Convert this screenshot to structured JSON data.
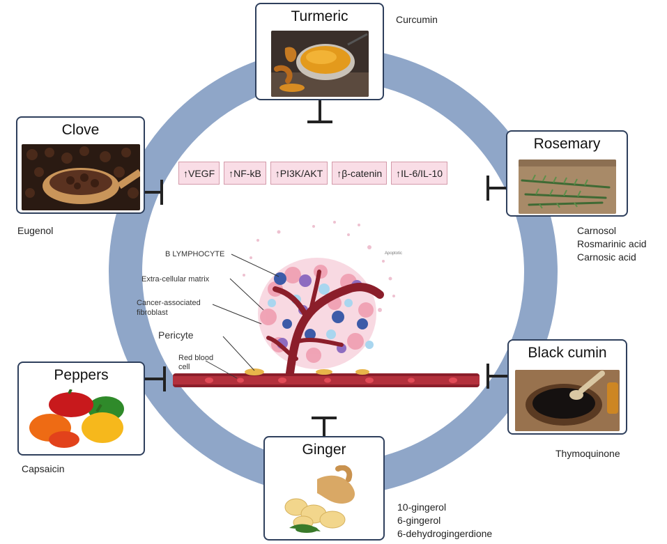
{
  "spices": {
    "turmeric": {
      "name": "Turmeric",
      "compounds": [
        "Curcumin"
      ]
    },
    "rosemary": {
      "name": "Rosemary",
      "compounds": [
        "Carnosol",
        "Rosmarinic acid",
        "Carnosic acid"
      ]
    },
    "black_cumin": {
      "name": "Black cumin",
      "compounds": [
        "Thymoquinone"
      ]
    },
    "ginger": {
      "name": "Ginger",
      "compounds": [
        "10-gingerol",
        "6-gingerol",
        "6-dehydrogingerdione"
      ]
    },
    "peppers": {
      "name": "Peppers",
      "compounds": [
        "Capsaicin"
      ]
    },
    "clove": {
      "name": "Clove",
      "compounds": [
        "Eugenol"
      ]
    }
  },
  "markers": [
    "↑VEGF",
    "↑NF-kB",
    "↑PI3K/AKT",
    "↑β-catenin",
    "↑IL-6/IL-10"
  ],
  "tumor_labels": {
    "b_lymphocyte": "B LYMPHOCYTE",
    "ecm": "Extra-cellular matrix",
    "caf_line1": "Cancer-associated",
    "caf_line2": "fibroblast",
    "pericyte": "Pericyte",
    "rbc_line1": "Red blood",
    "rbc_line2": "cell",
    "apoptotic": "Apoptotic"
  },
  "colors": {
    "ring": "#8fa6c8",
    "box_border": "#2e3f5c",
    "marker_fill": "#f9dde6",
    "vessel": "#8b1e2a",
    "inhibitor": "#222222"
  }
}
